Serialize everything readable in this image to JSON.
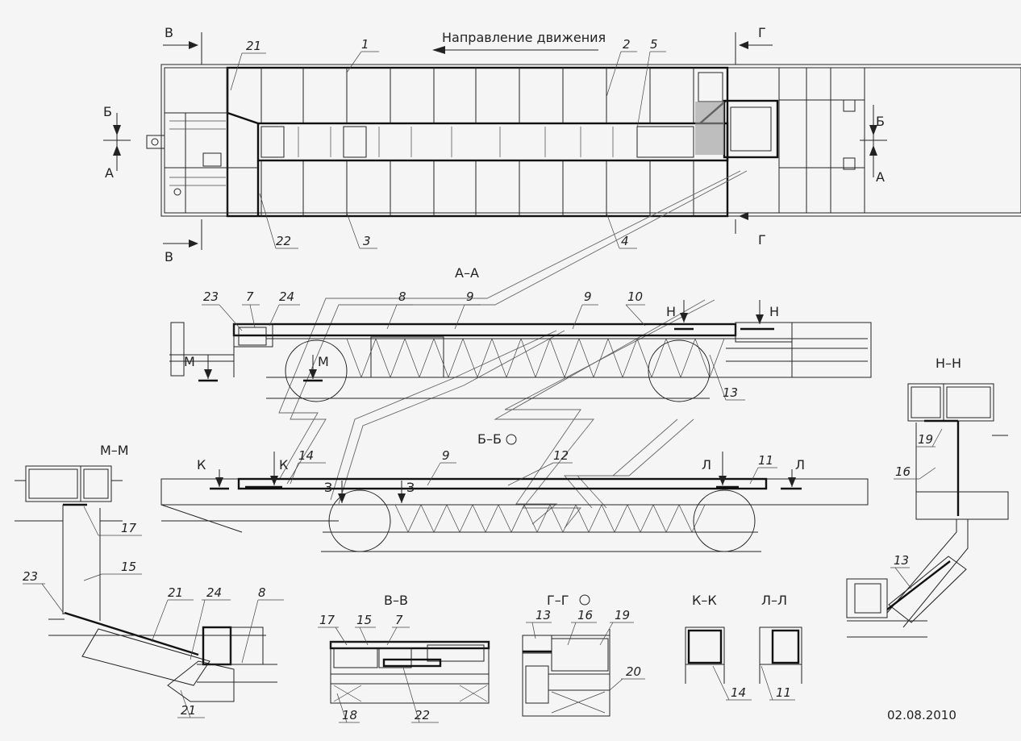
{
  "direction": "Направление движения",
  "section_marks": {
    "A": "А",
    "B": "Б",
    "V": "В",
    "G": "Г",
    "N": "Н",
    "M": "М",
    "K": "К",
    "L": "Л",
    "Z": "З"
  },
  "views": {
    "aa": "А–А",
    "bb": "Б–Б",
    "nn": "Н–Н",
    "mm": "М–М",
    "vv": "В–В",
    "gg": "Г–Г",
    "kk": "К–К",
    "ll": "Л–Л"
  },
  "callouts": {
    "top": [
      "1",
      "2",
      "5",
      "21",
      "22",
      "3",
      "4"
    ],
    "aa": [
      "23",
      "7",
      "24",
      "8",
      "9",
      "9",
      "10",
      "13"
    ],
    "bb": [
      "14",
      "9",
      "12",
      "11"
    ],
    "nn": [
      "19",
      "16",
      "13"
    ],
    "mm": [
      "17",
      "15",
      "23",
      "21",
      "24",
      "8",
      "21"
    ],
    "vv": [
      "17",
      "15",
      "7",
      "18",
      "22"
    ],
    "gg": [
      "13",
      "16",
      "19",
      "20"
    ],
    "kk": [
      "14"
    ],
    "ll": [
      "11"
    ]
  },
  "date": "02.08.2010"
}
